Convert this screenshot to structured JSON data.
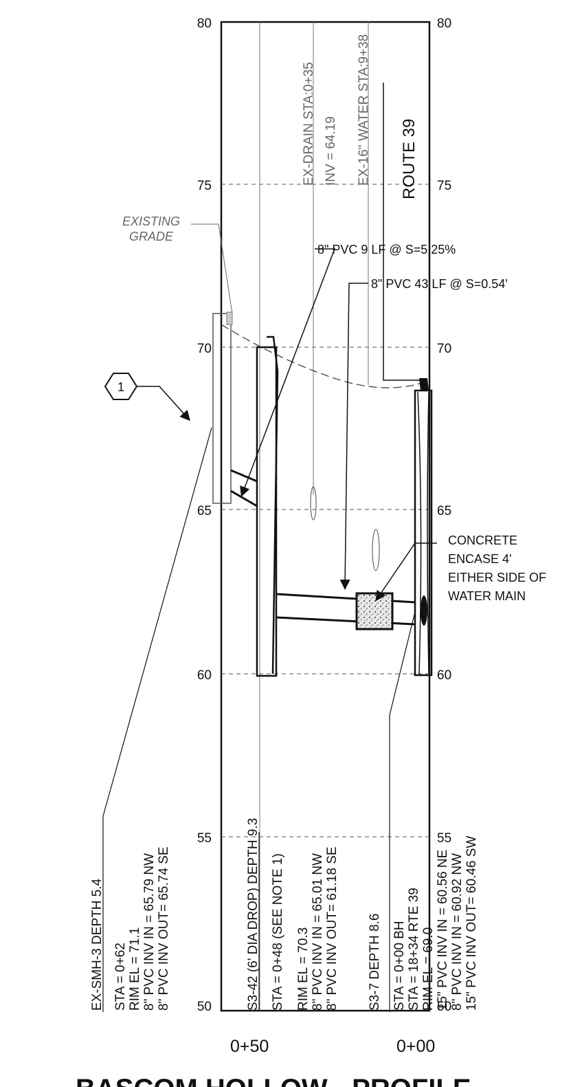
{
  "elevation_ticks": {
    "left": [
      "80",
      "75",
      "70",
      "65",
      "60",
      "55",
      "50"
    ],
    "right": [
      "80",
      "75",
      "70",
      "65",
      "60",
      "55",
      "50"
    ]
  },
  "stations": {
    "left": "0+50",
    "right": "0+00"
  },
  "utility_labels": {
    "ex_drain_sta": "EX-DRAIN STA:0+35",
    "ex_drain_inv": "INV = 64.19",
    "ex_water": "EX-16\" WATER STA:9+38",
    "route": "ROUTE 39"
  },
  "existing_grade": {
    "line1": "EXISTING",
    "line2": "GRADE"
  },
  "callout_marker": "1",
  "pipe_callouts": {
    "upper": "8\" PVC 9 LF @ S=5.25%",
    "lower": "8\" PVC 43 LF @ S=0.54'"
  },
  "concrete_note": [
    "CONCRETE",
    "ENCASE 4'",
    "EITHER SIDE OF",
    "WATER MAIN"
  ],
  "manholes": [
    {
      "title": "EX-SMH-3   DEPTH 5.4",
      "lines": [
        "STA = 0+62",
        "RIM EL  = 71.1",
        "8\" PVC INV IN = 65.79  NW",
        "8\" PVC INV OUT= 65.74  SE"
      ]
    },
    {
      "title": "S3-42 (6' DIA DROP)   DEPTH 9.3",
      "lines": [
        "STA = 0+48 (SEE NOTE 1)",
        "RIM EL  = 70.3",
        "8\" PVC INV IN = 65.01  NW",
        "8\" PVC INV OUT= 61.18  SE"
      ]
    },
    {
      "title": "S3-7   DEPTH 8.6",
      "lines": [
        "STA = 0+00 BH",
        "STA = 18+34 RTE 39",
        "RIM EL  = 69.0",
        "15\" PVC INV IN = 60.56  NE",
        "8\" PVC INV IN = 60.92  NW",
        "15\" PVC INV OUT= 60.46  SW"
      ]
    }
  ],
  "sheet_title": "BASCOM HOLLOW - PROFILE",
  "colors": {
    "ink": "#111111",
    "faint": "#666666",
    "grid": "#555555"
  }
}
